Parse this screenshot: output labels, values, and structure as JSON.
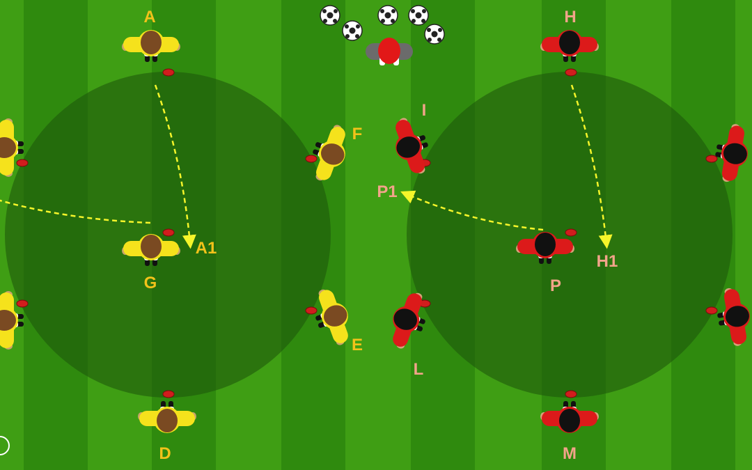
{
  "colors": {
    "pitch_light": "#3f9e14",
    "pitch_dark": "#2f8a0e",
    "circle": "#1f5a0c",
    "yellow_team": "#f5e21c",
    "red_team": "#dc1a1a",
    "coach": "#6a6a6a",
    "label_yellow": "#f2c21a",
    "label_red": "#f2a48a",
    "pass_line": "#f5f52a",
    "cone": "#d11d1d"
  },
  "players": {
    "A": "A",
    "F": "F",
    "G": "G",
    "E": "E",
    "D": "D",
    "H": "H",
    "I": "I",
    "P": "P",
    "L": "L",
    "M": "M"
  },
  "targets": {
    "A1": "A1",
    "P1": "P1",
    "H1": "H1"
  },
  "icons": {
    "ball": "soccer-ball-icon",
    "coach": "coach-icon",
    "cone": "cone-icon",
    "logo": "logo-icon"
  }
}
